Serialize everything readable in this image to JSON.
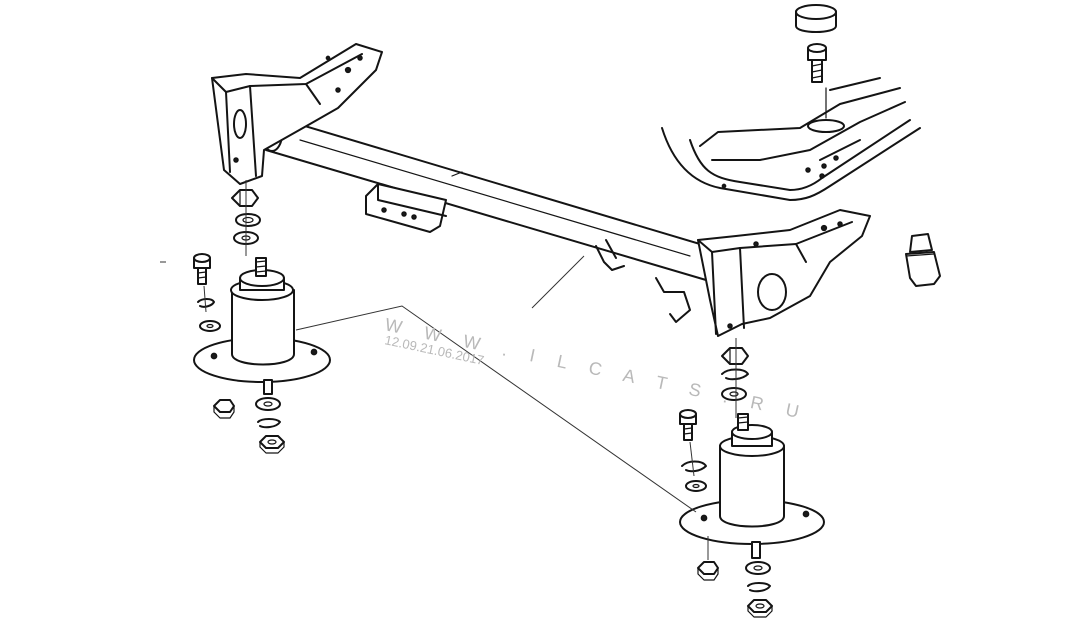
{
  "diagram": {
    "parts": {
      "crossmember": "crossmember-tube",
      "mount_left": "rubber-mount-left",
      "mount_right": "rubber-mount-right",
      "plug": "cap-plug",
      "bump_stop": "bump-stop"
    }
  },
  "watermark": {
    "site": "W W W . I L C A T S . R U",
    "timestamp": "12.09.21.06.2017"
  },
  "colors": {
    "line": "#141414",
    "background": "#ffffff",
    "watermark": "#b9b9b9"
  }
}
